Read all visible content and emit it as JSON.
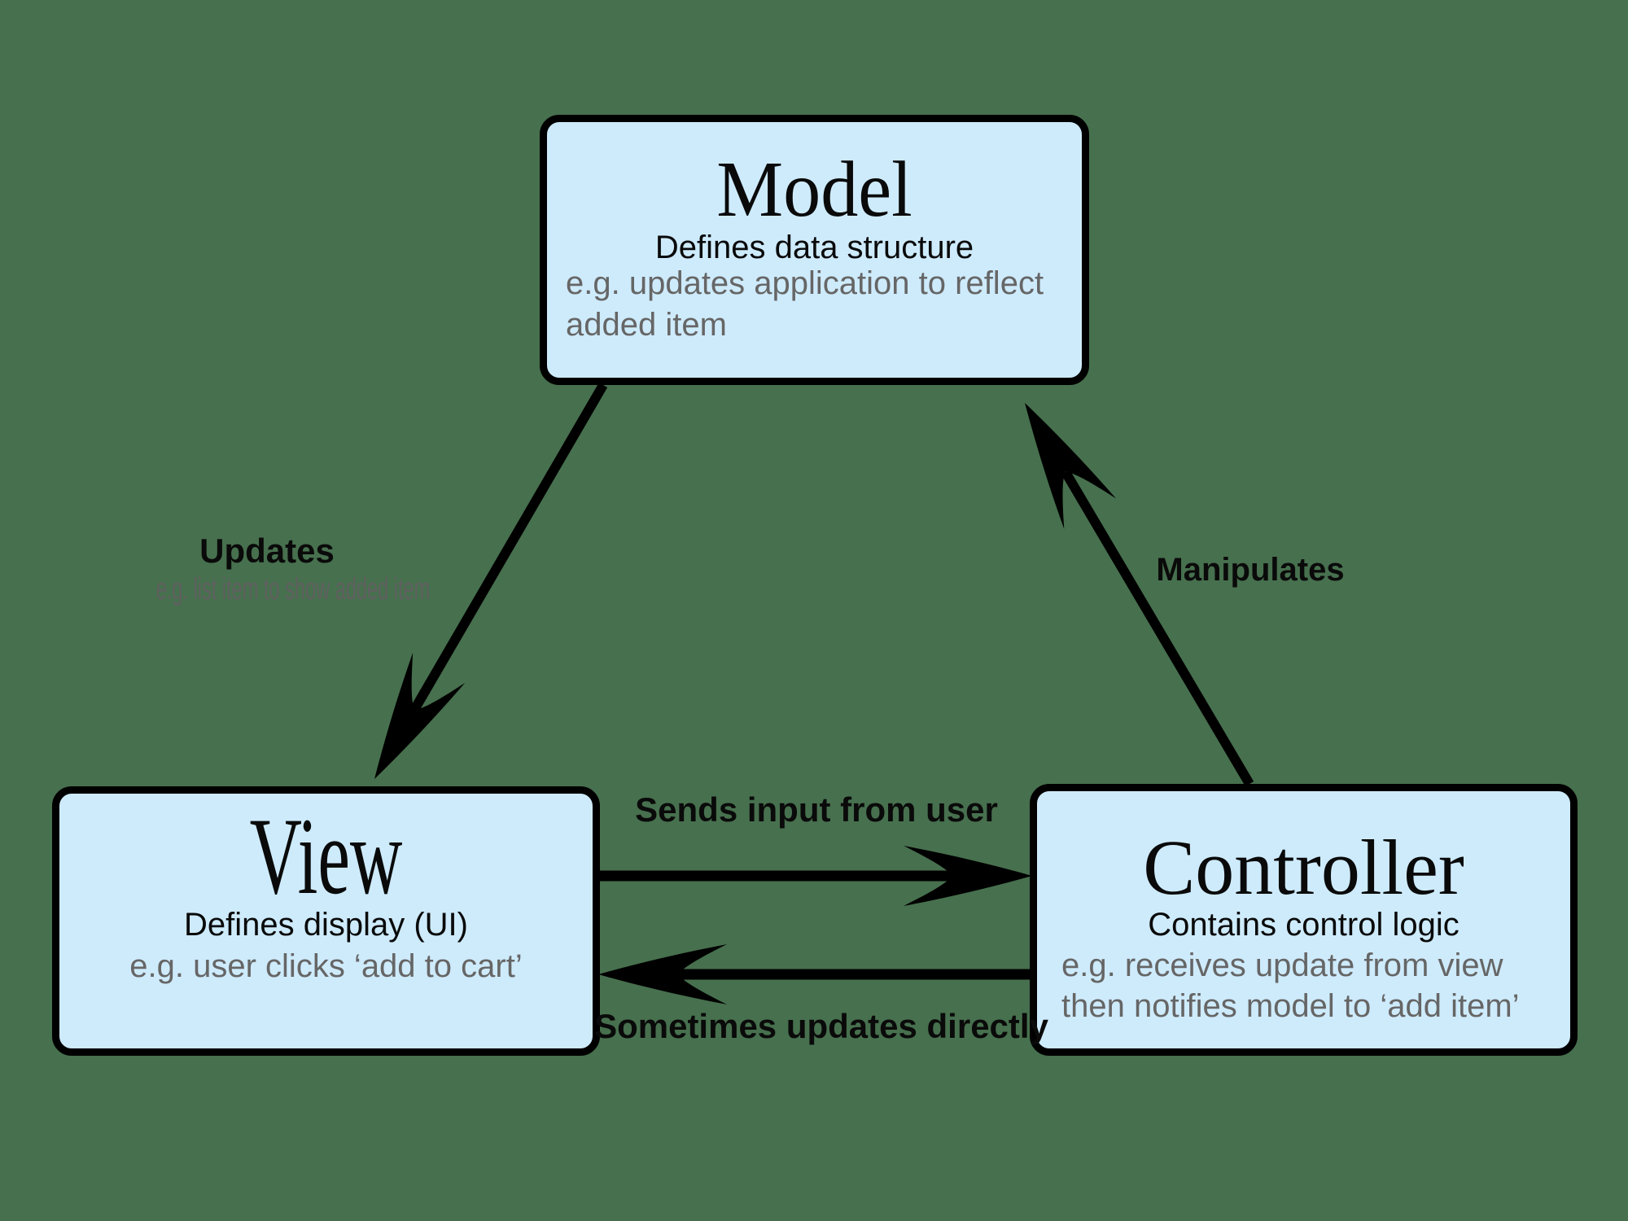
{
  "colors": {
    "background": "#47704E",
    "node_fill": "#CEEBFC",
    "node_border": "#000000",
    "text_primary": "#0A0A0A",
    "text_secondary": "#666666"
  },
  "nodes": {
    "model": {
      "title": "Model",
      "subtitle": "Defines data structure",
      "example_lines": [
        "e.g. updates application to reflect",
        "added item"
      ]
    },
    "view": {
      "title": "View",
      "subtitle": "Defines display (UI)",
      "example_lines": [
        "e.g. user clicks ‘add to cart’"
      ]
    },
    "controller": {
      "title": "Controller",
      "subtitle": "Contains control logic",
      "example_lines": [
        "e.g. receives update from view",
        "then notifies model to ‘add item’"
      ]
    }
  },
  "edges": {
    "model_to_view": {
      "label": "Updates",
      "sublabel": "e.g. list item to show added item"
    },
    "controller_to_model": {
      "label": "Manipulates"
    },
    "view_to_controller": {
      "label": "Sends input from user"
    },
    "controller_to_view": {
      "label": "Sometimes updates directly"
    }
  }
}
